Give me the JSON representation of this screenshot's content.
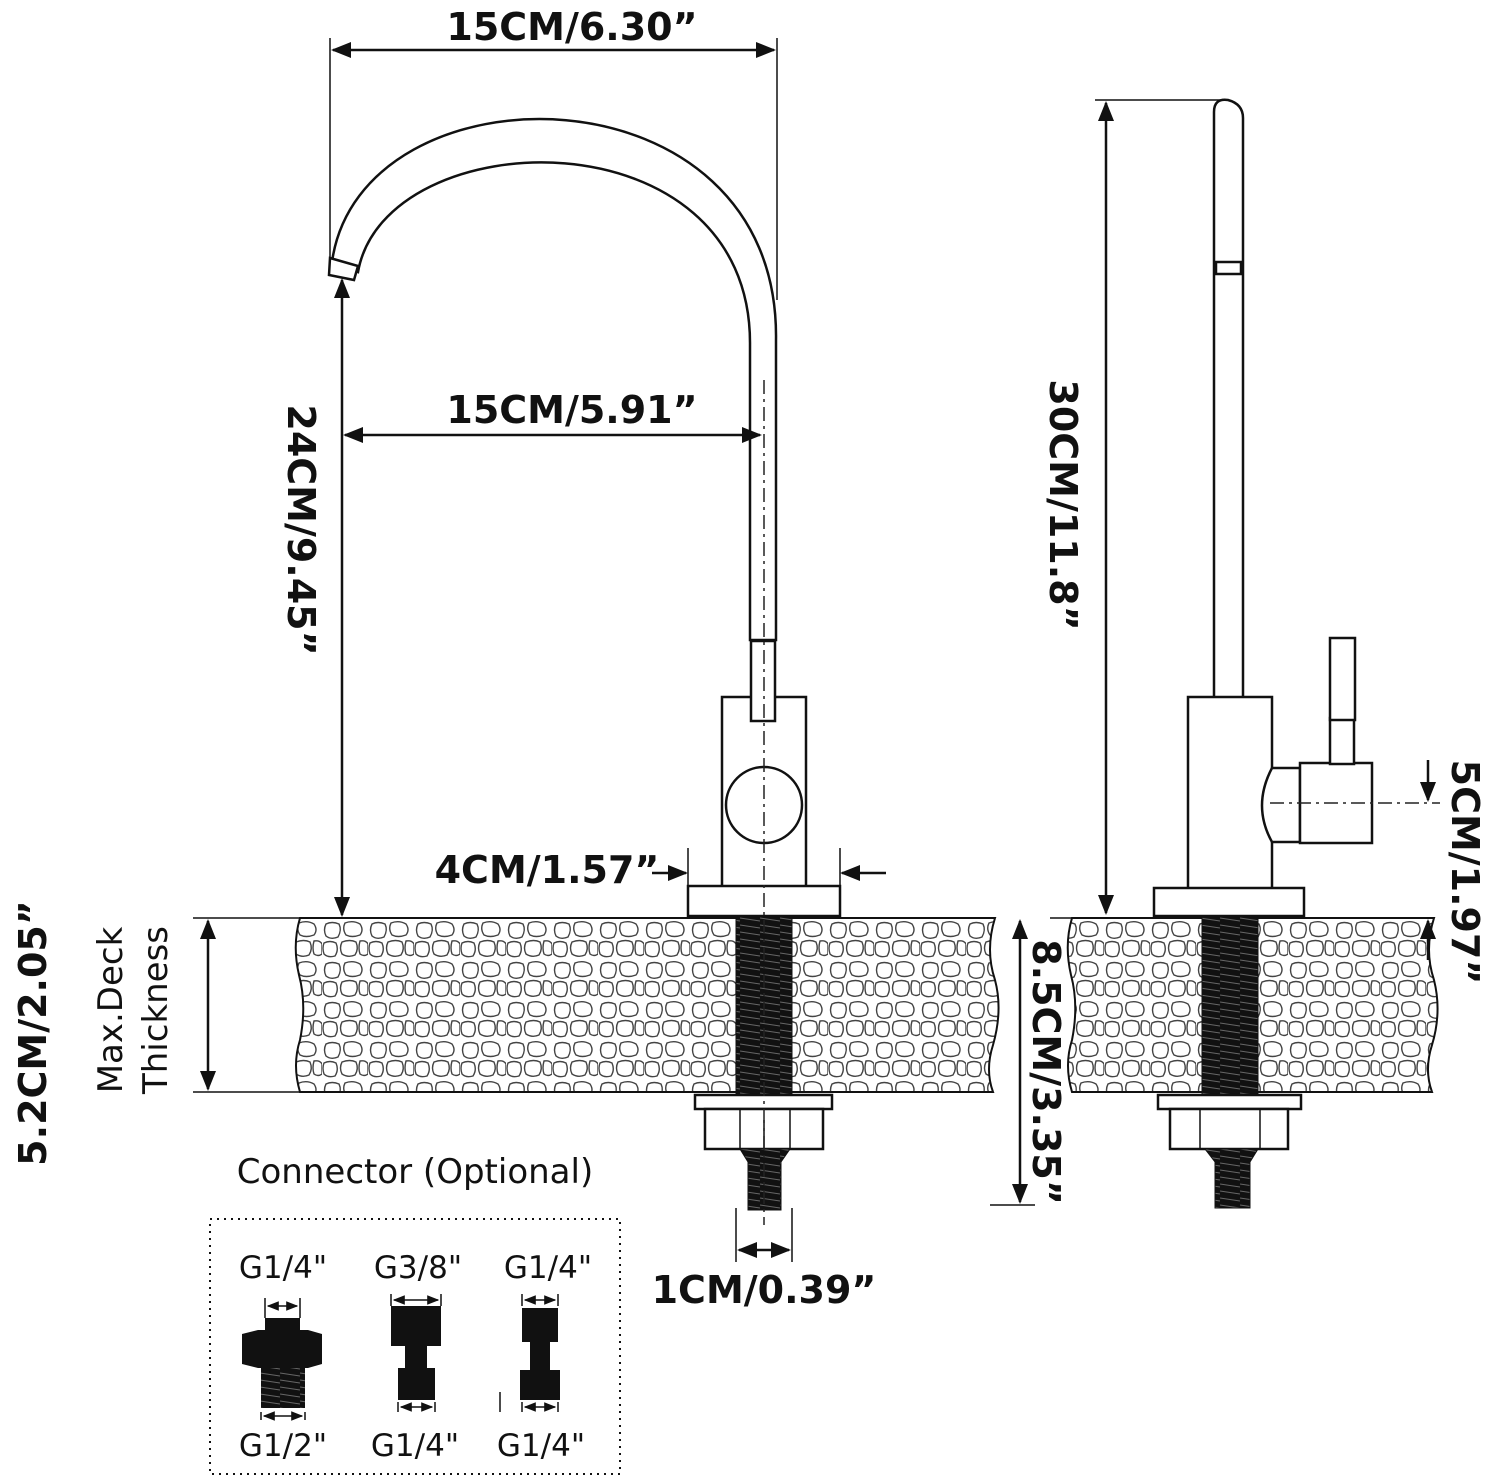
{
  "dimensions": {
    "spout_reach_top": "15CM/6.30”",
    "spout_reach_inner": "15CM/5.91”",
    "spout_height": "24CM/9.45”",
    "total_height": "30CM/11.8”",
    "base_diameter": "4CM/1.57”",
    "handle_height": "5CM/1.97”",
    "shank_length": "8.5CM/3.35”",
    "shank_diameter": "1CM/0.39”",
    "max_deck_value": "5.2CM/2.05”",
    "max_deck_label_1": "Max.Deck",
    "max_deck_label_2": "Thickness"
  },
  "connector": {
    "title": "Connector (Optional)",
    "items": [
      {
        "top": "G1/4\"",
        "bottom": "G1/2\""
      },
      {
        "top": "G3/8\"",
        "bottom": "G1/4\""
      },
      {
        "top": "G1/4\"",
        "bottom": "G1/4\""
      }
    ]
  },
  "colors": {
    "line": "#111111",
    "background": "#ffffff"
  }
}
